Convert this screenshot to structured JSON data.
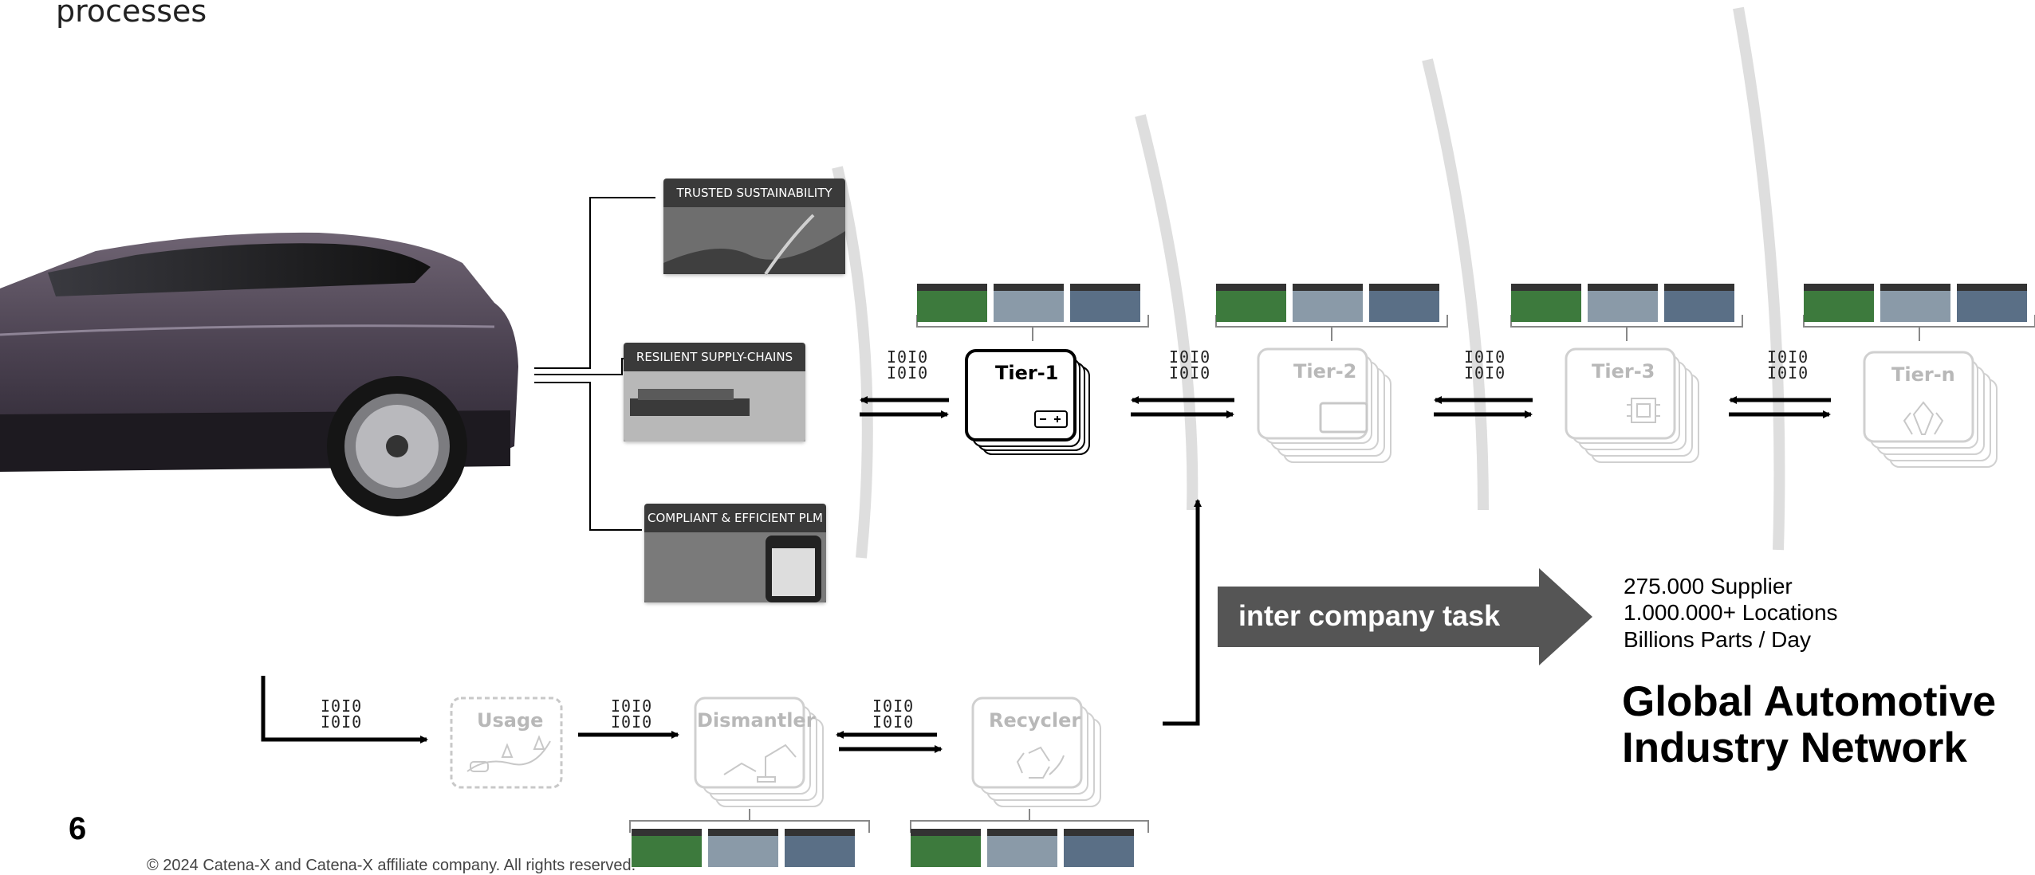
{
  "slide": {
    "title_fragment": "processes",
    "page_number": "6",
    "copyright": "© 2024 Catena-X and Catena-X affiliate company. All rights reserved."
  },
  "thumbnails": [
    {
      "label": "TRUSTED SUSTAINABILITY"
    },
    {
      "label": "RESILIENT SUPPLY-CHAINS"
    },
    {
      "label": "COMPLIANT & EFFICIENT PLM"
    }
  ],
  "binary_label": "I0I0\nI0I0",
  "tiers": [
    {
      "label": "Tier-1",
      "icon": "battery-icon",
      "active": true
    },
    {
      "label": "Tier-2",
      "icon": "display-icon",
      "active": false
    },
    {
      "label": "Tier-3",
      "icon": "chip-icon",
      "active": false
    },
    {
      "label": "Tier-n",
      "icon": "crystal-icon",
      "active": false
    }
  ],
  "lifecycle": [
    {
      "label": "Usage",
      "icon": "road-icon"
    },
    {
      "label": "Dismantler",
      "icon": "robot-arm-icon"
    },
    {
      "label": "Recycler",
      "icon": "recycle-icon"
    }
  ],
  "task_label": "inter company task",
  "stats": [
    "275.000 Supplier",
    "1.000.000+ Locations",
    "Billions Parts / Day"
  ],
  "network_title_line1": "Global Automotive",
  "network_title_line2": "Industry Network",
  "colors": {
    "dark_gray": "#555555",
    "faded": "#cfcfcf",
    "accent_green": "#3d7a3d"
  }
}
